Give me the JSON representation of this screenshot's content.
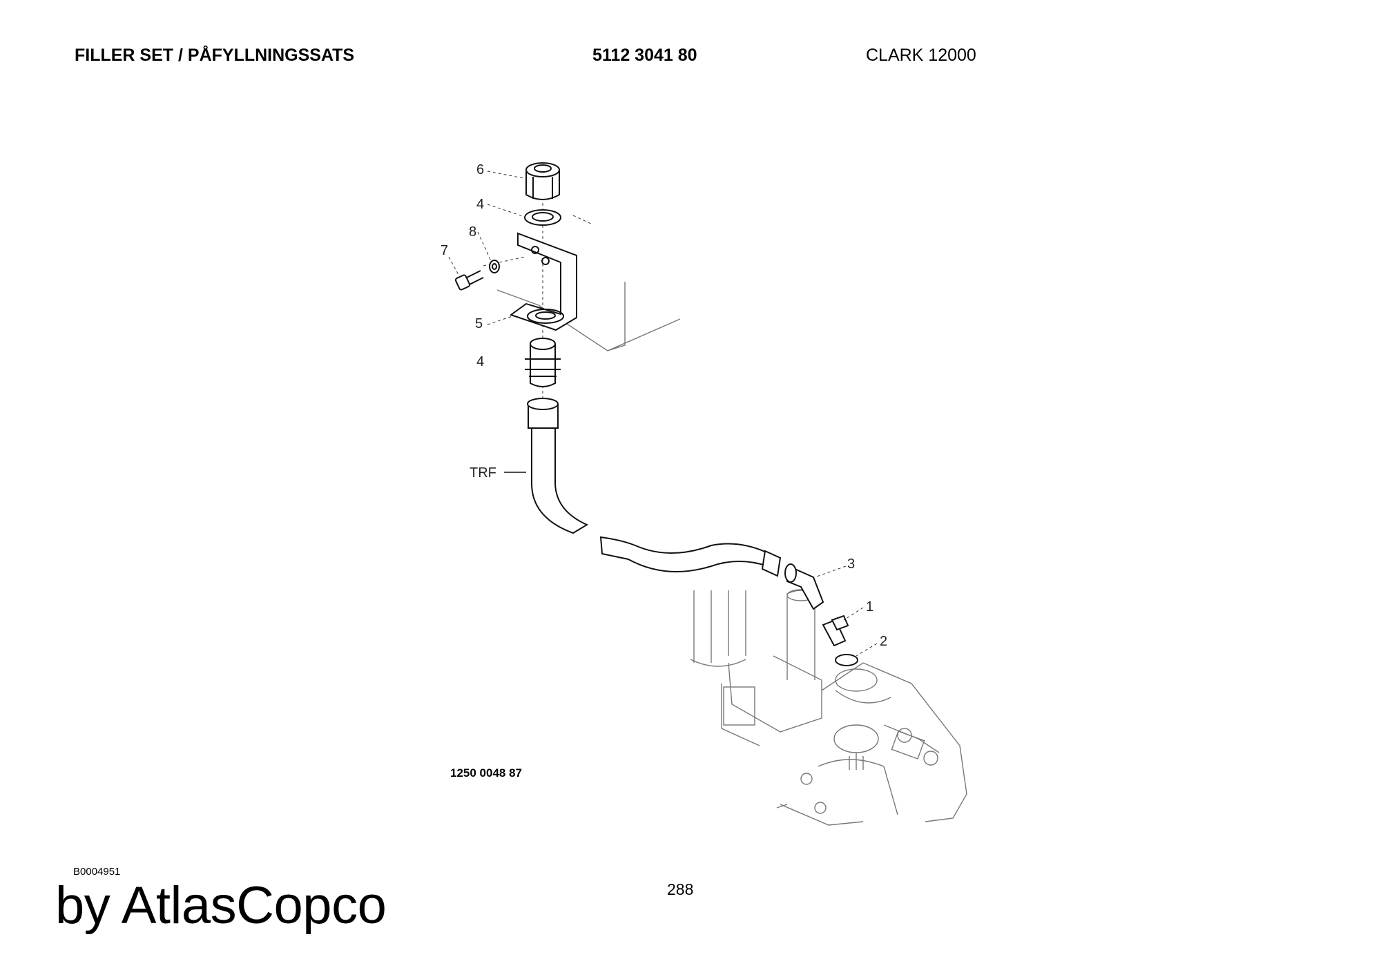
{
  "header": {
    "title": "FILLER SET / PÅFYLLNINGSSATS",
    "part_number": "5112 3041 80",
    "model": "CLARK 12000"
  },
  "callouts": {
    "c6": "6",
    "c4a": "4",
    "c8": "8",
    "c7": "7",
    "c5": "5",
    "c4b": "4",
    "trf": "TRF",
    "c3": "3",
    "c1": "1",
    "c2": "2"
  },
  "drawing_reference": "1250 0048 87",
  "image_code": "B0004951",
  "page_number": "288",
  "brand": "by AtlasCopco"
}
